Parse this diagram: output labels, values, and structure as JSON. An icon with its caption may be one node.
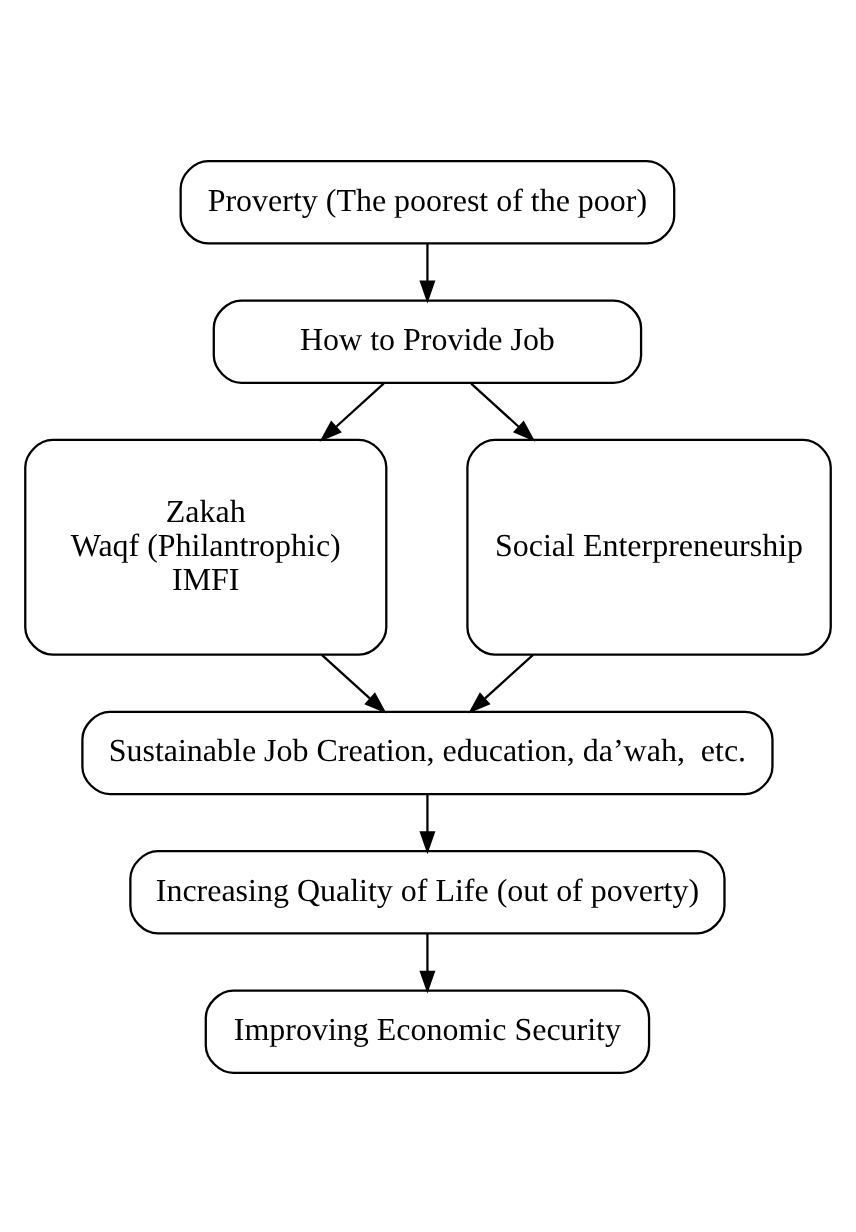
{
  "diagram": {
    "nodes": [
      {
        "text": [
          "Proverty (The poorest of the poor)"
        ]
      },
      {
        "text": [
          "How to Provide Job"
        ]
      },
      {
        "text": [
          "Zakah",
          "Waqf (Philantrophic)",
          "IMFI"
        ]
      },
      {
        "text": [
          "Social Enterpreneurship"
        ]
      },
      {
        "text": [
          "Sustainable Job Creation, education, da’wah,  etc."
        ]
      },
      {
        "text": [
          "Increasing Quality of Life (out of poverty)"
        ]
      },
      {
        "text": [
          "Improving Economic Security"
        ]
      }
    ],
    "edges": [
      {
        "from": 0,
        "to": 1,
        "arrow": "to"
      },
      {
        "from": 1,
        "to": 2,
        "arrow": "to"
      },
      {
        "from": 1,
        "to": 3,
        "arrow": "to"
      },
      {
        "from": 2,
        "to": 4,
        "arrow": "to"
      },
      {
        "from": 3,
        "to": 4,
        "arrow": "to"
      },
      {
        "from": 4,
        "to": 5,
        "arrow": "to"
      },
      {
        "from": 5,
        "to": 6,
        "arrow": "to"
      }
    ]
  }
}
